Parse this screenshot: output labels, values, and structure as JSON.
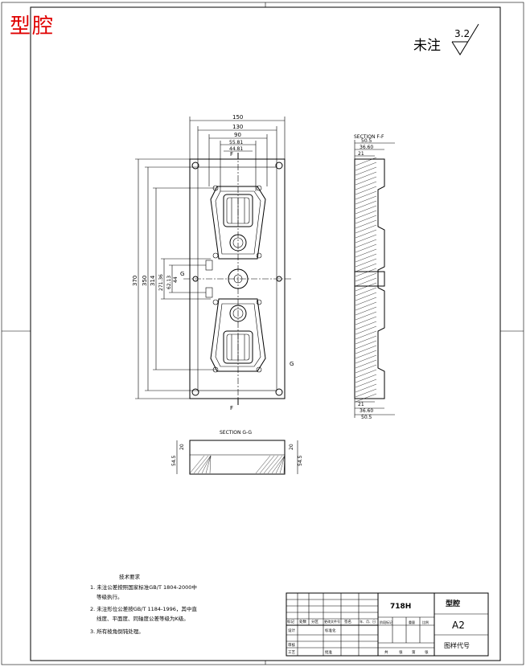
{
  "page_label": "型腔",
  "roughness": {
    "text": "未注",
    "value": "3.2"
  },
  "front_view": {
    "dims": {
      "w150": "150",
      "w130": "130",
      "w90": "90",
      "w55": "55.81",
      "w44": "44.81",
      "h370": "370",
      "h350": "350",
      "h314": "314",
      "h271": "271.36",
      "h62": "62.13",
      "h44": "44"
    },
    "cut_marks": {
      "f_top": "F",
      "f_bottom": "F",
      "g_left": "G",
      "g_right": "G"
    }
  },
  "section_ff": {
    "title": "SECTION F-F",
    "dims": {
      "top1": "50.5",
      "top2": "36.60",
      "top3": "21",
      "bot1": "21",
      "bot2": "36.60",
      "bot3": "50.5"
    }
  },
  "section_gg": {
    "title": "SECTION G-G",
    "dims": {
      "left": "54.5",
      "right": "54.5",
      "l20": "20",
      "r20": "20"
    }
  },
  "notes": {
    "title": "技术要求",
    "items": [
      "1. 未注公差按照国家标准GB/T 1804-2000中",
      "等级执行。",
      "2. 未注形位公差按GB/T 1184-1996，其中直",
      "线度、平面度、同轴度公差等级为K级。",
      "3. 所有棱角倒钝处理。"
    ]
  },
  "title_block": {
    "material": "718H",
    "part_name": "型腔",
    "sheet_size": "A2",
    "drawing_code_label": "图样代号",
    "row_labels": [
      "标记",
      "处数",
      "分区",
      "更改文件号",
      "签名",
      "年、月、日"
    ],
    "stage_labels": [
      "阶段标记",
      "重量",
      "比例"
    ],
    "sub_labels": [
      "设计",
      "标准化"
    ],
    "sub_labels2": [
      "审核",
      "工艺",
      "批准"
    ],
    "sheet_labels": [
      "共",
      "张",
      "第",
      "张"
    ]
  }
}
